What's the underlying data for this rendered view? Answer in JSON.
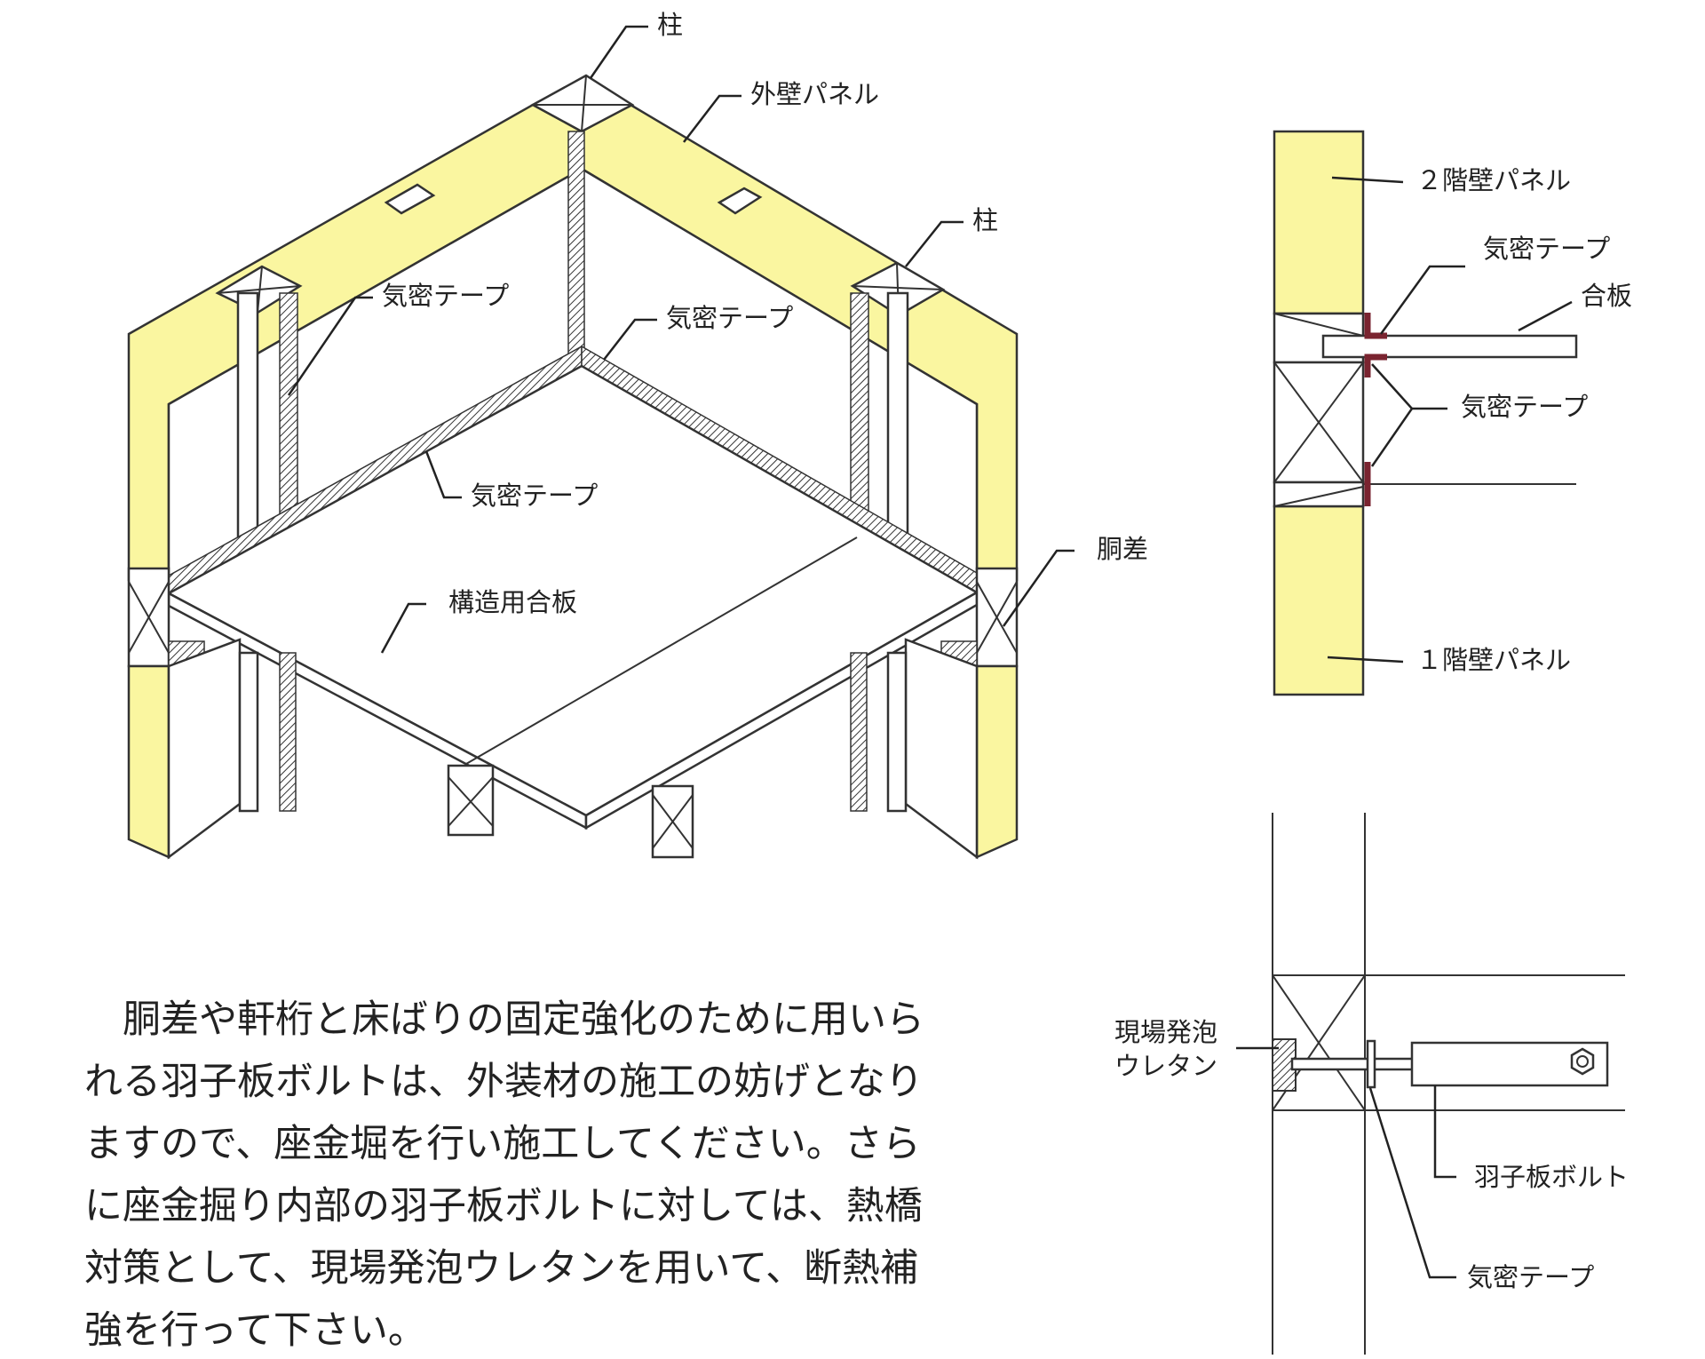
{
  "iso_view": {
    "labels": {
      "post_top": "柱",
      "exterior_panel": "外壁パネル",
      "post_right": "柱",
      "airtight_tape_left": "気密テープ",
      "airtight_tape_corner": "気密テープ",
      "airtight_tape_floor": "気密テープ",
      "belt_beam": "胴差",
      "structural_plywood": "構造用合板"
    }
  },
  "section_view": {
    "labels": {
      "second_floor_panel": "２階壁パネル",
      "airtight_tape_top": "気密テープ",
      "plywood": "合板",
      "airtight_tape_mid": "気密テープ",
      "first_floor_panel": "１階壁パネル"
    }
  },
  "bolt_detail": {
    "labels": {
      "foam_urethane_line1": "現場発泡",
      "foam_urethane_line2": "ウレタン",
      "hagoita_bolt": "羽子板ボルト",
      "airtight_tape": "気密テープ"
    }
  },
  "note": {
    "lines": [
      "　胴差や軒桁と床ばりの固定強化のために用いら",
      "れる羽子板ボルトは、外装材の施工の妨げとなり",
      "ますので、座金堀を行い施工してください。さら",
      "に座金掘り内部の羽子板ボルトに対しては、熱橋",
      "対策として、現場発泡ウレタンを用いて、断熱補",
      "強を行って下さい。"
    ]
  },
  "colors": {
    "panel_fill": "#faf6a0",
    "tape_fill": "#7a2430",
    "line": "#222222"
  }
}
